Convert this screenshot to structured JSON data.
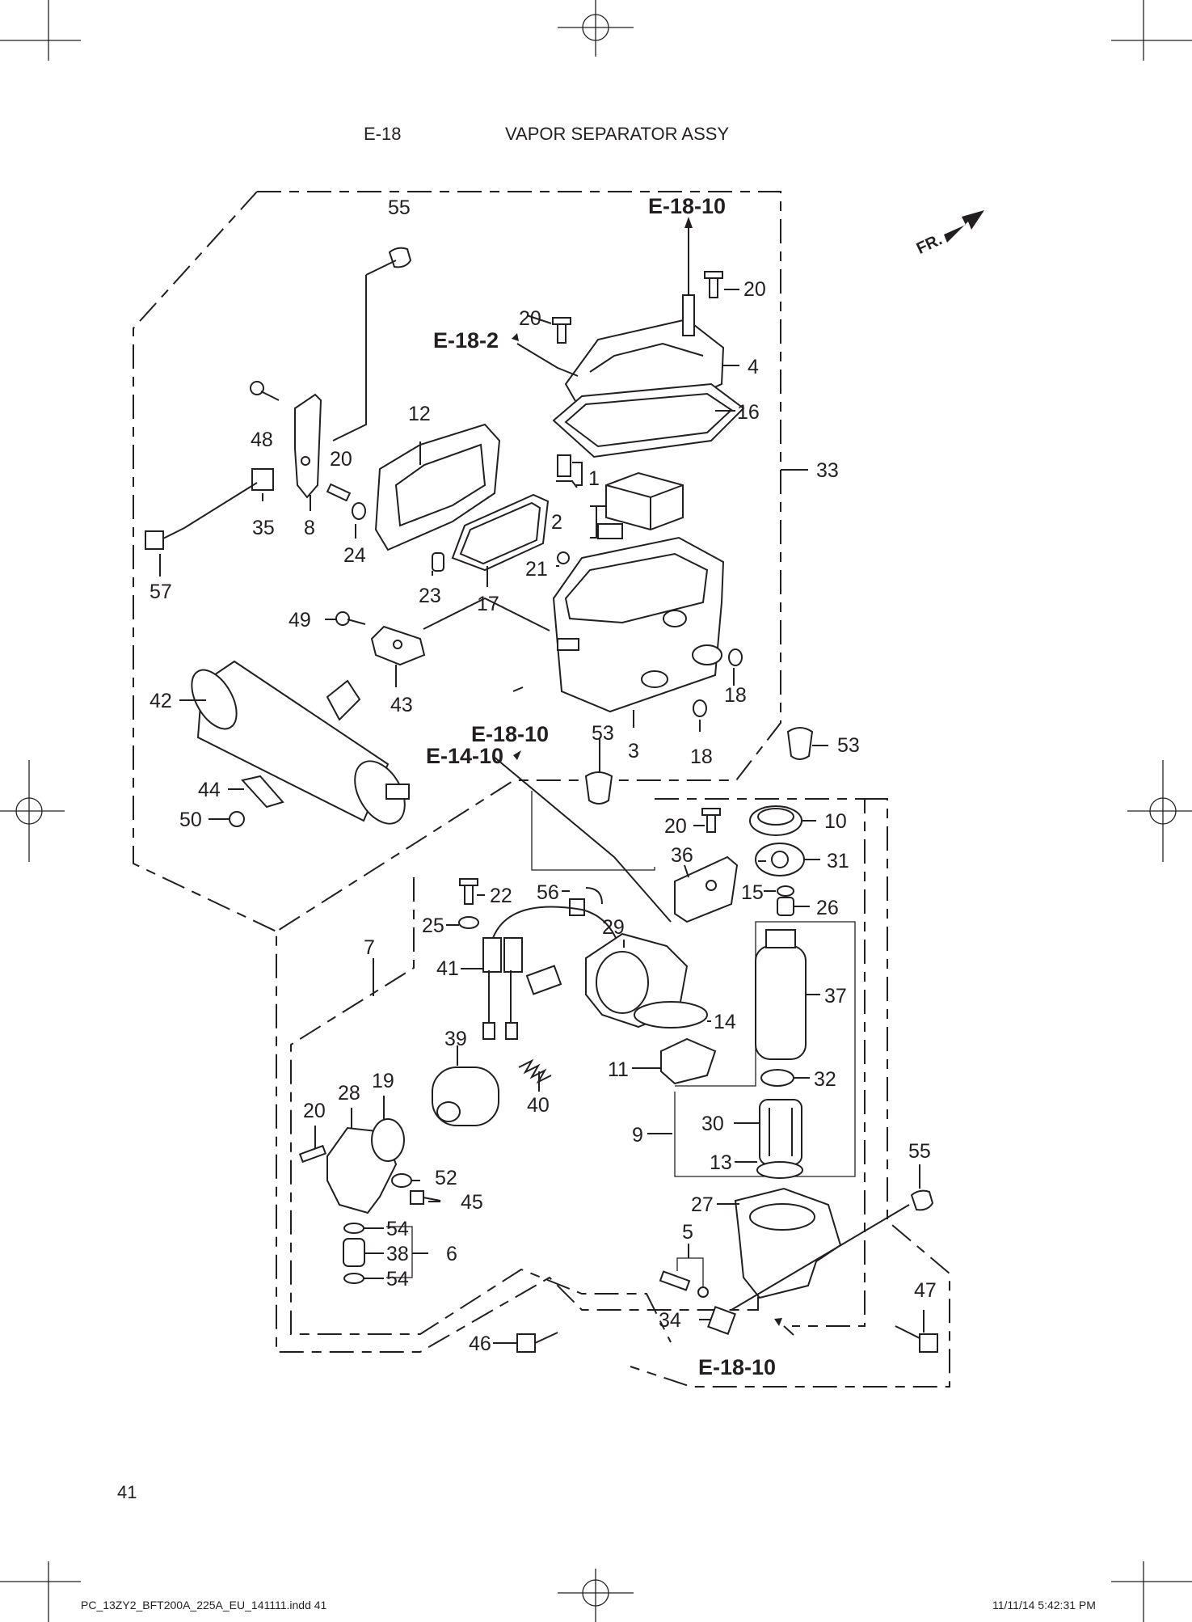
{
  "header": {
    "section_code": "E-18",
    "title": "VAPOR SEPARATOR ASSY"
  },
  "page_number": "41",
  "footer": {
    "file_name": "PC_13ZY2_BFT200A_225A_EU_141111.indd   41",
    "timestamp": "11/11/14   5:42:31 PM"
  },
  "front_indicator": "FR.",
  "callouts": {
    "c55a": "55",
    "c20a": "20",
    "c20b": "20",
    "c4": "4",
    "c16": "16",
    "c33": "33",
    "c48": "48",
    "c12": "12",
    "c20c": "20",
    "c1": "1",
    "c2": "2",
    "c21": "21",
    "c35": "35",
    "c8": "8",
    "c24": "24",
    "c57": "57",
    "c23": "23",
    "c17": "17",
    "c49": "49",
    "c43": "43",
    "c42": "42",
    "c18a": "18",
    "c18b": "18",
    "c3": "3",
    "c53a": "53",
    "c53b": "53",
    "c44": "44",
    "c50": "50",
    "c20d": "20",
    "c10": "10",
    "c36": "36",
    "c31": "31",
    "c15": "15",
    "c26": "26",
    "c22": "22",
    "c56": "56",
    "c25": "25",
    "c7": "7",
    "c29": "29",
    "c41": "41",
    "c37": "37",
    "c14": "14",
    "c39": "39",
    "c11": "11",
    "c32": "32",
    "c28": "28",
    "c19": "19",
    "c40": "40",
    "c20e": "20",
    "c30": "30",
    "c9": "9",
    "c55b": "55",
    "c13": "13",
    "c52": "52",
    "c45": "45",
    "c27": "27",
    "c54a": "54",
    "c5": "5",
    "c38": "38",
    "c6": "6",
    "c54b": "54",
    "c47": "47",
    "c34": "34",
    "c46": "46"
  },
  "references": {
    "r_top": "E-18-10",
    "r_e182": "E-18-2",
    "r_mid": "E-18-10",
    "r_e1410": "E-14-10",
    "r_bottom": "E-18-10"
  }
}
